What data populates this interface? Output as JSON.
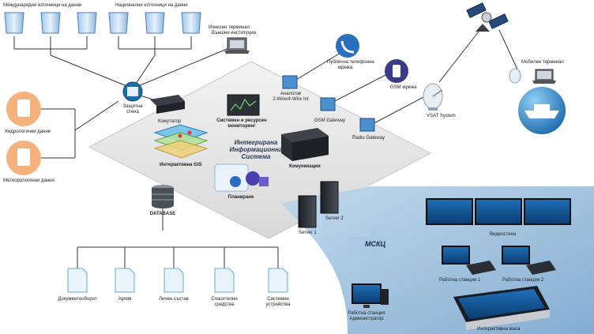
{
  "top_groups": {
    "international": "Международни източници на данни",
    "national": "Национални източници на данни"
  },
  "core": {
    "title_lines": [
      "Интегрирана",
      "Информационна",
      "Система"
    ],
    "mscc": "МСКЦ"
  },
  "labels": {
    "remote_terminal_lines": [
      "Изнесен терминал",
      "Външни институции"
    ],
    "firewall_lines": [
      "Защитна",
      "стена"
    ],
    "switch": "Комутатор",
    "monitoring_lines": [
      "Системен и ресурсен",
      "мониторинг"
    ],
    "gis": "Интерактивна GIS",
    "planning": "Планиране",
    "communications": "Комуникации",
    "database": "DATABASE",
    "hydro": "Хидрологични данни",
    "meteo": "Метеорологични данни",
    "analog_lines": [
      "Аналогов",
      "2-Wire/4-Wire Int"
    ],
    "pstn_lines": [
      "Публична телефонна",
      "мрежа"
    ],
    "gsm_net": "GSM мрежа",
    "gsm_gw": "GSM Gateway",
    "radio_gw": "Radio Gateway",
    "vsat": "VSAT System",
    "mobile": "Мобилен терминал",
    "server1": "Server 1",
    "server2": "Server 2",
    "video_wall": "Видеостена",
    "ws1": "Работна станция 1",
    "ws2": "Работна станция 2",
    "admin_lines": [
      "Работна станция",
      "Администратор"
    ],
    "touch_table": "Интерактивна маса",
    "doc_flow": "Документооборот",
    "archive": "Архив",
    "staff": "Личен състав",
    "rescue_lines": [
      "Спасителни",
      "средства"
    ],
    "sys_dev_lines": [
      "Системни",
      "устройства"
    ]
  }
}
